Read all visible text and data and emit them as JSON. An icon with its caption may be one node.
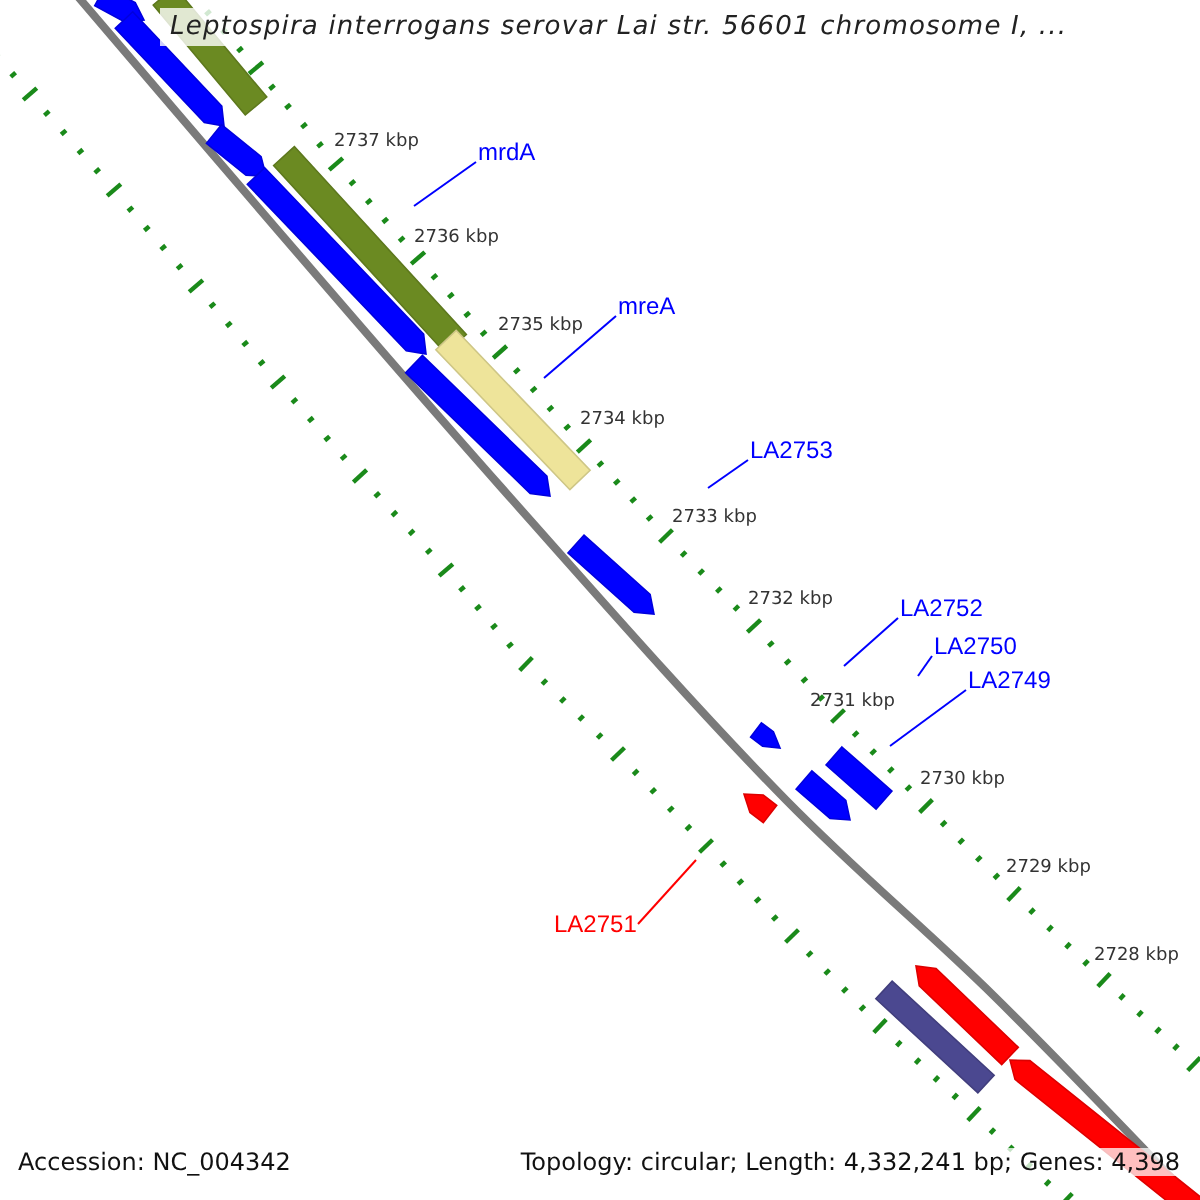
{
  "diagram": {
    "title": "Leptospira interrogans serovar Lai str. 56601 chromosome I, ...",
    "nodes": [
      {
        "text": [
          "mrdA"
        ]
      },
      {
        "text": [
          "mreA"
        ]
      },
      {
        "text": [
          "LA2753"
        ]
      },
      {
        "text": [
          "LA2752"
        ]
      },
      {
        "text": [
          "LA2750"
        ]
      },
      {
        "text": [
          "LA2749"
        ]
      },
      {
        "text": [
          "LA2751"
        ]
      }
    ],
    "edges": [
      {
        "from": 0,
        "to": null,
        "arrow": "none"
      },
      {
        "from": 1,
        "to": null,
        "arrow": "none"
      },
      {
        "from": 2,
        "to": null,
        "arrow": "none"
      },
      {
        "from": 3,
        "to": null,
        "arrow": "none"
      },
      {
        "from": 4,
        "to": null,
        "arrow": "none"
      },
      {
        "from": 5,
        "to": null,
        "arrow": "none"
      },
      {
        "from": 6,
        "to": null,
        "arrow": "none",
        "color": "#ff0000"
      }
    ],
    "labels": [
      "2737 kbp",
      "2736 kbp",
      "2735 kbp",
      "2734 kbp",
      "2733 kbp",
      "2732 kbp",
      "2731 kbp",
      "2730 kbp",
      "2729 kbp",
      "2728 kbp",
      "Accession: NC_004342",
      "Topology: circular; Length: 4,332,241 bp; Genes: 4,398"
    ]
  }
}
